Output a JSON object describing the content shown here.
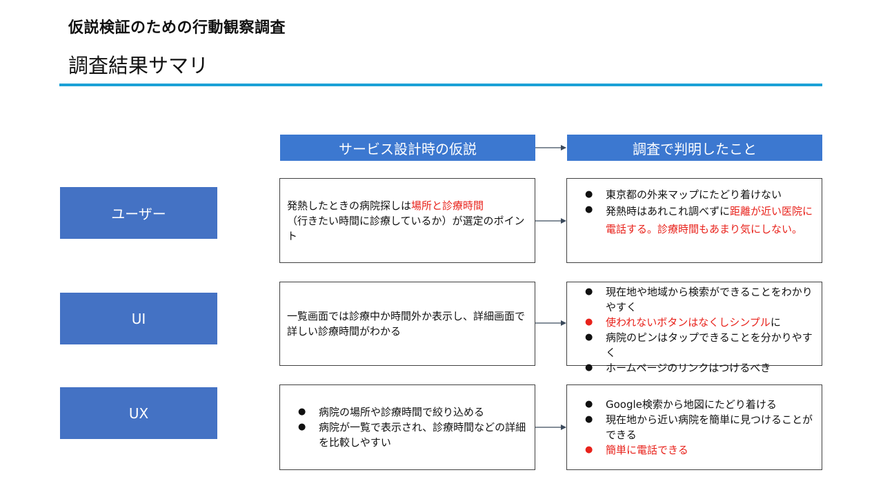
{
  "header": {
    "title": "仮説検証のための行動観察調査",
    "subtitle": "調査結果サマリ"
  },
  "columns": {
    "hypothesis": "サービス設計時の仮説",
    "findings": "調査で判明したこと"
  },
  "rows": {
    "user": {
      "label": "ユーザー",
      "hypothesis": {
        "part1": "発熱したときの病院探しは",
        "part1_red": "場所と診療時間",
        "part2": "（行きたい時間に診療しているか）が選定のポイント"
      },
      "findings": {
        "item1": "東京都の外来マップにたどり着けない",
        "item2_black": "発熱時はあれこれ調べずに",
        "item2_red": "距離が近い医院に電話する。診療時間もあまり気にしない。"
      }
    },
    "ui": {
      "label": "UI",
      "hypothesis": "一覧画面では診療中か時間外か表示し、詳細画面で詳しい診療時間がわかる",
      "findings": {
        "item1": "現在地や地域から検索ができることをわかりやすく",
        "item2_red": "使われないボタンはなくしシンプル",
        "item2_black": "に",
        "item3": "病院のピンはタップできることを分かりやすく",
        "item4": "ホームページのリンクはつけるべき"
      }
    },
    "ux": {
      "label": "UX",
      "hypothesis": {
        "item1": "病院の場所や診療時間で絞り込める",
        "item2": "病院が一覧で表示され、診療時間などの詳細を比較しやすい"
      },
      "findings": {
        "item1": "Google検索から地図にたどり着ける",
        "item2": "現在地から近い病院を簡単に見つけることができる",
        "item3_red": "簡単に電話できる"
      }
    }
  },
  "colors": {
    "accent_rule": "#1ba1d6",
    "header_fill": "#3c78d0",
    "row_label_fill": "#4472c4",
    "highlight_red": "#e8221b"
  }
}
